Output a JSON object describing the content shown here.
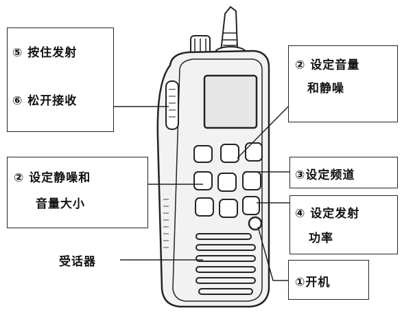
{
  "labels": {
    "press_transmit": "⑤ 按住发射",
    "release_receive": "⑥ 松开接收",
    "set_volume_squelch": "② 设定音量",
    "set_volume_squelch_2": "和静噪",
    "set_squelch_volume": "② 设定静噪和",
    "set_squelch_volume_2": "音量大小",
    "set_channel": "③设定频道",
    "set_tx_power": "④ 设定发射",
    "set_tx_power_2": "功率",
    "receiver": "受话器",
    "power_on": "①开机"
  },
  "colors": {
    "stroke": "#222222",
    "radio_body": "#f2f2f2",
    "screen": "#e6e6e6"
  }
}
